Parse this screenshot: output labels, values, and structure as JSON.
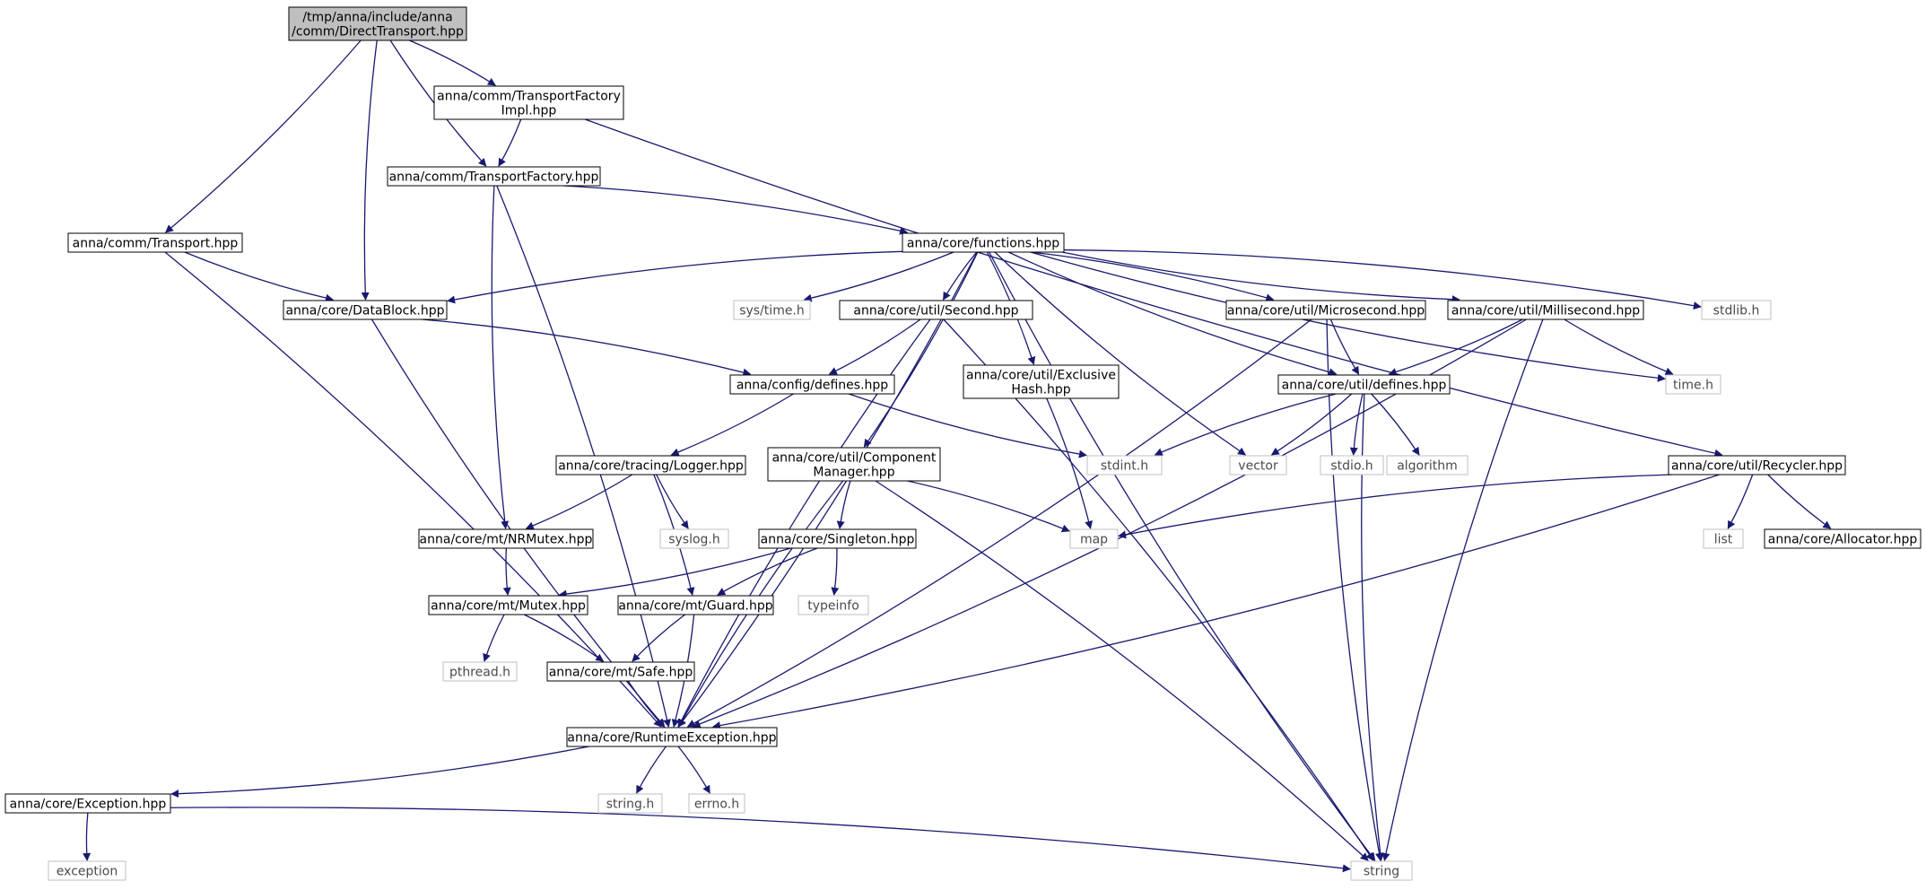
{
  "diagram": {
    "colors": {
      "edge": "#191970",
      "root_fill": "#bfbfbf",
      "node_border": "#000000",
      "external_border": "#bfbfbf",
      "node_fill": "#ffffff"
    },
    "nodes": [
      {
        "id": "root",
        "lines": [
          "/tmp/anna/include/anna",
          "/comm/DirectTransport.hpp"
        ],
        "kind": "root"
      },
      {
        "id": "tfimpl",
        "lines": [
          "anna/comm/TransportFactory",
          "Impl.hpp"
        ],
        "kind": "header"
      },
      {
        "id": "tf",
        "lines": [
          "anna/comm/TransportFactory.hpp"
        ],
        "kind": "header"
      },
      {
        "id": "transport",
        "lines": [
          "anna/comm/Transport.hpp"
        ],
        "kind": "header"
      },
      {
        "id": "functions",
        "lines": [
          "anna/core/functions.hpp"
        ],
        "kind": "header"
      },
      {
        "id": "datablock",
        "lines": [
          "anna/core/DataBlock.hpp"
        ],
        "kind": "header"
      },
      {
        "id": "systime",
        "lines": [
          "sys/time.h"
        ],
        "kind": "external"
      },
      {
        "id": "second",
        "lines": [
          "anna/core/util/Second.hpp"
        ],
        "kind": "header"
      },
      {
        "id": "micro",
        "lines": [
          "anna/core/util/Microsecond.hpp"
        ],
        "kind": "header"
      },
      {
        "id": "milli",
        "lines": [
          "anna/core/util/Millisecond.hpp"
        ],
        "kind": "header"
      },
      {
        "id": "stdlib",
        "lines": [
          "stdlib.h"
        ],
        "kind": "external"
      },
      {
        "id": "confdef",
        "lines": [
          "anna/config/defines.hpp"
        ],
        "kind": "header"
      },
      {
        "id": "exhash",
        "lines": [
          "anna/core/util/Exclusive",
          "Hash.hpp"
        ],
        "kind": "header"
      },
      {
        "id": "utildef",
        "lines": [
          "anna/core/util/defines.hpp"
        ],
        "kind": "header"
      },
      {
        "id": "timeh",
        "lines": [
          "time.h"
        ],
        "kind": "external"
      },
      {
        "id": "logger",
        "lines": [
          "anna/core/tracing/Logger.hpp"
        ],
        "kind": "header"
      },
      {
        "id": "compmgr",
        "lines": [
          "anna/core/util/Component",
          "Manager.hpp"
        ],
        "kind": "header"
      },
      {
        "id": "stdint",
        "lines": [
          "stdint.h"
        ],
        "kind": "external"
      },
      {
        "id": "vector",
        "lines": [
          "vector"
        ],
        "kind": "external"
      },
      {
        "id": "stdio",
        "lines": [
          "stdio.h"
        ],
        "kind": "external"
      },
      {
        "id": "algorithm",
        "lines": [
          "algorithm"
        ],
        "kind": "external"
      },
      {
        "id": "recycler",
        "lines": [
          "anna/core/util/Recycler.hpp"
        ],
        "kind": "header"
      },
      {
        "id": "nrmutex",
        "lines": [
          "anna/core/mt/NRMutex.hpp"
        ],
        "kind": "header"
      },
      {
        "id": "syslog",
        "lines": [
          "syslog.h"
        ],
        "kind": "external"
      },
      {
        "id": "singleton",
        "lines": [
          "anna/core/Singleton.hpp"
        ],
        "kind": "header"
      },
      {
        "id": "map",
        "lines": [
          "map"
        ],
        "kind": "external"
      },
      {
        "id": "list",
        "lines": [
          "list"
        ],
        "kind": "external"
      },
      {
        "id": "allocator",
        "lines": [
          "anna/core/Allocator.hpp"
        ],
        "kind": "header"
      },
      {
        "id": "mutex",
        "lines": [
          "anna/core/mt/Mutex.hpp"
        ],
        "kind": "header"
      },
      {
        "id": "guard",
        "lines": [
          "anna/core/mt/Guard.hpp"
        ],
        "kind": "header"
      },
      {
        "id": "typeinfo",
        "lines": [
          "typeinfo"
        ],
        "kind": "external"
      },
      {
        "id": "pthread",
        "lines": [
          "pthread.h"
        ],
        "kind": "external"
      },
      {
        "id": "safe",
        "lines": [
          "anna/core/mt/Safe.hpp"
        ],
        "kind": "header"
      },
      {
        "id": "rtex",
        "lines": [
          "anna/core/RuntimeException.hpp"
        ],
        "kind": "header"
      },
      {
        "id": "exc",
        "lines": [
          "anna/core/Exception.hpp"
        ],
        "kind": "header"
      },
      {
        "id": "stringh",
        "lines": [
          "string.h"
        ],
        "kind": "external"
      },
      {
        "id": "errno",
        "lines": [
          "errno.h"
        ],
        "kind": "external"
      },
      {
        "id": "exception",
        "lines": [
          "exception"
        ],
        "kind": "external"
      },
      {
        "id": "string",
        "lines": [
          "string"
        ],
        "kind": "external"
      }
    ],
    "edges": [
      [
        "root",
        "tfimpl"
      ],
      [
        "root",
        "tf"
      ],
      [
        "root",
        "transport"
      ],
      [
        "root",
        "datablock"
      ],
      [
        "tfimpl",
        "tf"
      ],
      [
        "tfimpl",
        "recycler"
      ],
      [
        "tf",
        "functions"
      ],
      [
        "tf",
        "nrmutex"
      ],
      [
        "tf",
        "rtex"
      ],
      [
        "transport",
        "datablock"
      ],
      [
        "transport",
        "rtex"
      ],
      [
        "functions",
        "datablock"
      ],
      [
        "functions",
        "systime"
      ],
      [
        "functions",
        "second"
      ],
      [
        "functions",
        "micro"
      ],
      [
        "functions",
        "milli"
      ],
      [
        "functions",
        "stdlib"
      ],
      [
        "functions",
        "timeh"
      ],
      [
        "functions",
        "exhash"
      ],
      [
        "functions",
        "utildef"
      ],
      [
        "functions",
        "compmgr"
      ],
      [
        "functions",
        "vector"
      ],
      [
        "functions",
        "rtex"
      ],
      [
        "functions",
        "string"
      ],
      [
        "datablock",
        "confdef"
      ],
      [
        "datablock",
        "rtex"
      ],
      [
        "second",
        "confdef"
      ],
      [
        "second",
        "rtex"
      ],
      [
        "second",
        "string"
      ],
      [
        "micro",
        "utildef"
      ],
      [
        "micro",
        "rtex"
      ],
      [
        "micro",
        "string"
      ],
      [
        "milli",
        "utildef"
      ],
      [
        "milli",
        "timeh"
      ],
      [
        "milli",
        "rtex"
      ],
      [
        "milli",
        "string"
      ],
      [
        "confdef",
        "logger"
      ],
      [
        "confdef",
        "stdint"
      ],
      [
        "exhash",
        "map"
      ],
      [
        "utildef",
        "stdint"
      ],
      [
        "utildef",
        "vector"
      ],
      [
        "utildef",
        "stdio"
      ],
      [
        "utildef",
        "algorithm"
      ],
      [
        "utildef",
        "string"
      ],
      [
        "logger",
        "nrmutex"
      ],
      [
        "logger",
        "syslog"
      ],
      [
        "logger",
        "guard"
      ],
      [
        "compmgr",
        "singleton"
      ],
      [
        "compmgr",
        "map"
      ],
      [
        "compmgr",
        "rtex"
      ],
      [
        "compmgr",
        "string"
      ],
      [
        "recycler",
        "map"
      ],
      [
        "recycler",
        "list"
      ],
      [
        "recycler",
        "allocator"
      ],
      [
        "recycler",
        "rtex"
      ],
      [
        "nrmutex",
        "mutex"
      ],
      [
        "singleton",
        "mutex"
      ],
      [
        "singleton",
        "guard"
      ],
      [
        "singleton",
        "typeinfo"
      ],
      [
        "mutex",
        "pthread"
      ],
      [
        "mutex",
        "safe"
      ],
      [
        "guard",
        "safe"
      ],
      [
        "guard",
        "rtex"
      ],
      [
        "safe",
        "rtex"
      ],
      [
        "rtex",
        "exc"
      ],
      [
        "rtex",
        "stringh"
      ],
      [
        "rtex",
        "errno"
      ],
      [
        "exc",
        "exception"
      ],
      [
        "exc",
        "string"
      ]
    ]
  }
}
